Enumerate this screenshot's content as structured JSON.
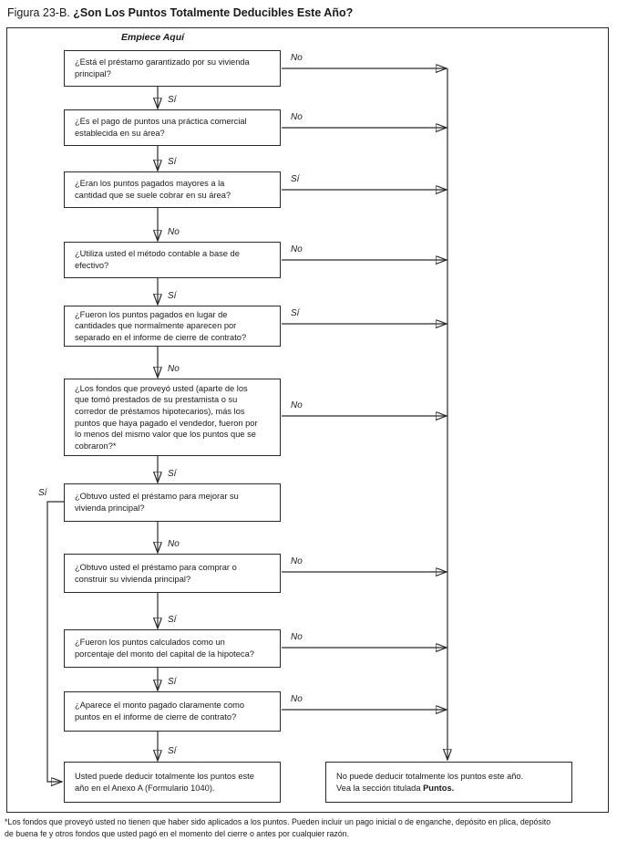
{
  "title": {
    "prefix": "Figura 23-B.",
    "main": "¿Son Los Puntos Totalmente Deducibles Este Año?"
  },
  "start_label": "Empiece Aquí",
  "nodes": {
    "q1": {
      "text": "¿Está el préstamo garantizado por su vivienda\nprincipal?",
      "side_label": "No",
      "down_label": "Sí"
    },
    "q2": {
      "text": "¿Es el pago de puntos una práctica comercial\nestablecida en su área?",
      "side_label": "No",
      "down_label": "Sí"
    },
    "q3": {
      "text": "¿Eran los puntos pagados mayores a la\ncantidad que se suele cobrar en su área?",
      "side_label": "Sí",
      "down_label": "No"
    },
    "q4": {
      "text": "¿Utiliza usted el método contable a base de\nefectivo?",
      "side_label": "No",
      "down_label": "Sí"
    },
    "q5": {
      "text": "¿Fueron los puntos pagados en lugar de\ncantidades que normalmente aparecen por\nseparado en el informe de cierre de contrato?",
      "side_label": "Sí",
      "down_label": "No"
    },
    "q6": {
      "text": "¿Los fondos que proveyó usted (aparte de los\nque tomó prestados de su prestamista o su\ncorredor de préstamos hipotecarios), más los\npuntos que haya pagado el vendedor, fueron por\nlo menos del mismo valor que los puntos que se\ncobraron?*",
      "side_label": "No",
      "down_label": "Sí"
    },
    "q7": {
      "text": "¿Obtuvo usted el préstamo para mejorar su\nvivienda principal?",
      "side_label": "Sí",
      "down_label": "No"
    },
    "q8": {
      "text": "¿Obtuvo usted el préstamo para comprar o\nconstruir su vivienda principal?",
      "side_label": "No",
      "down_label": "Sí"
    },
    "q9": {
      "text": "¿Fueron los puntos calculados como un\nporcentaje del monto del capital de la hipoteca?",
      "side_label": "No",
      "down_label": "Sí"
    },
    "q10": {
      "text": "¿Aparece el monto pagado claramente como\npuntos en el informe de cierre de contrato?",
      "side_label": "No",
      "down_label": "Sí"
    },
    "result_yes": {
      "text": "Usted puede deducir totalmente los puntos este\naño en el Anexo A (Formulario 1040)."
    },
    "result_no": {
      "line1": "No puede deducir totalmente los puntos este año.",
      "line2_prefix": "Vea la sección titulada",
      "line2_bold": "Puntos."
    }
  },
  "footnote": "*Los fondos que proveyó usted no tienen que haber sido aplicados a los puntos. Pueden incluir un pago inicial o de enganche, depósito en plica, depósito\nde buena fe y otros fondos que usted pagó en el momento del cierre o antes por cualquier razón.",
  "colors": {
    "line": "#2a2a2a",
    "background": "#ffffff",
    "text": "#1a1a1a"
  }
}
